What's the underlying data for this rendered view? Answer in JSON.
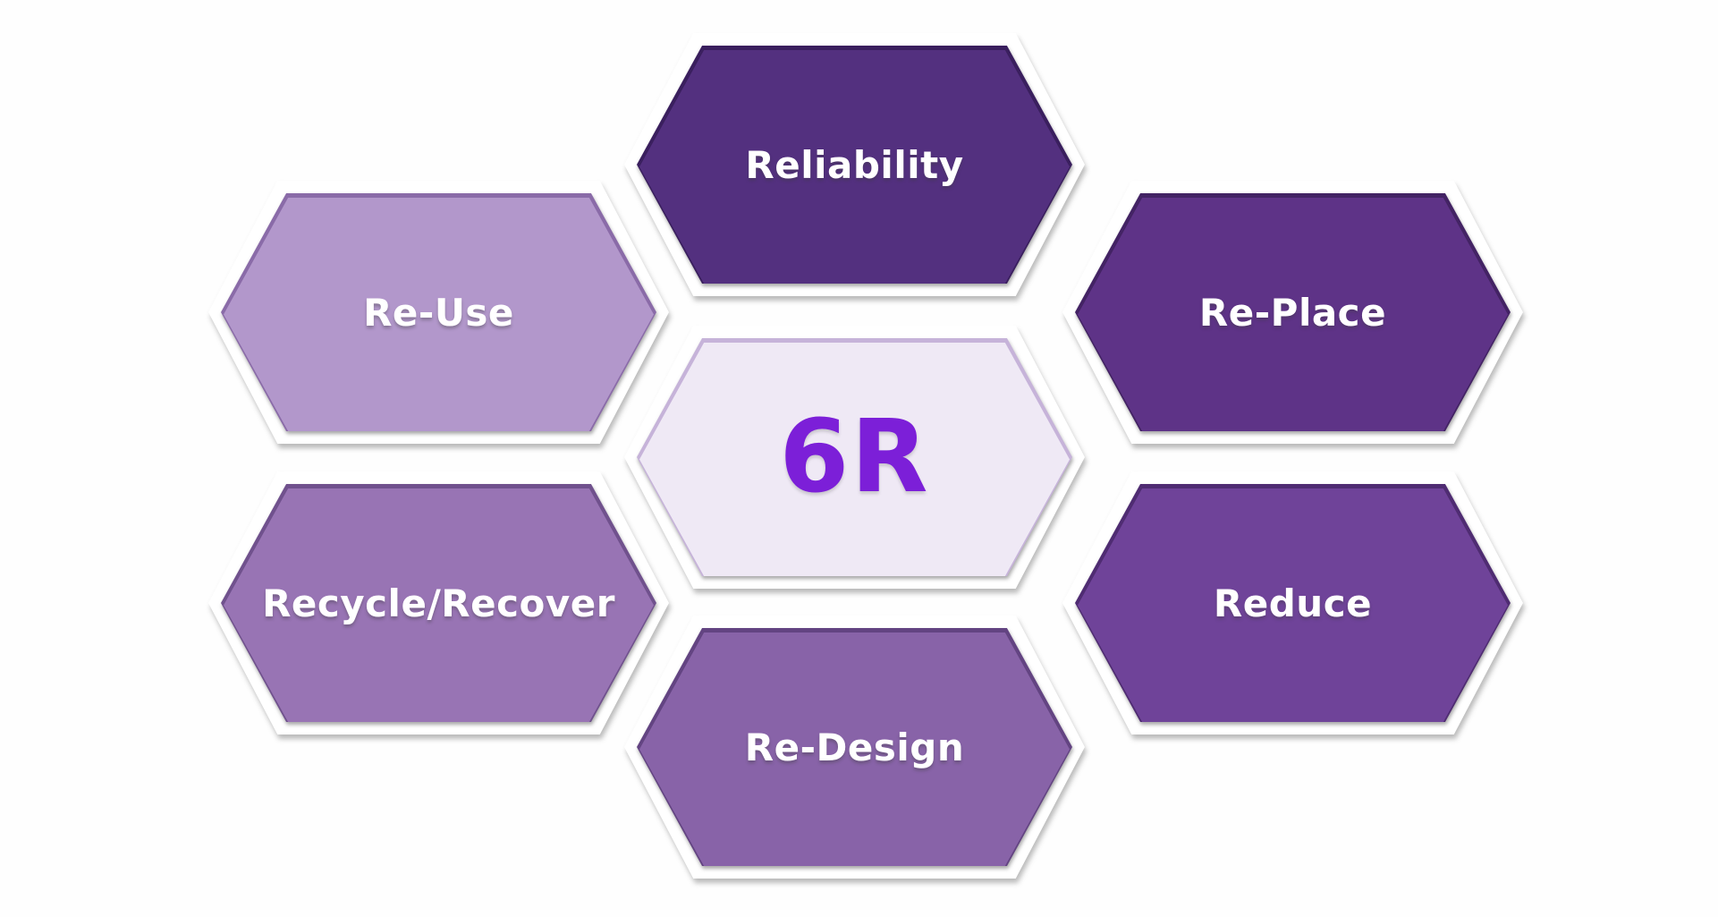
{
  "diagram": {
    "center": {
      "label": "6R",
      "fill": "#EFE9F5",
      "edge": "#C6B3D9",
      "text_color": "#7C1FD8"
    },
    "nodes": [
      {
        "id": "reliability",
        "label": "Reliability",
        "fill": "#53307F",
        "edge": "#3A1F5E",
        "text_color": "#FFFFFF"
      },
      {
        "id": "re-use",
        "label": "Re-Use",
        "fill": "#B297CB",
        "edge": "#8A6BA8",
        "text_color": "#FFFFFF"
      },
      {
        "id": "re-place",
        "label": "Re-Place",
        "fill": "#5E3387",
        "edge": "#432364",
        "text_color": "#FFFFFF"
      },
      {
        "id": "recycle-recover",
        "label": "Recycle/Recover",
        "fill": "#9874B4",
        "edge": "#70518D",
        "text_color": "#FFFFFF"
      },
      {
        "id": "reduce",
        "label": "Reduce",
        "fill": "#6F4399",
        "edge": "#4F2C72",
        "text_color": "#FFFFFF"
      },
      {
        "id": "re-design",
        "label": "Re-Design",
        "fill": "#8863A8",
        "edge": "#634482",
        "text_color": "#FFFFFF"
      }
    ]
  }
}
